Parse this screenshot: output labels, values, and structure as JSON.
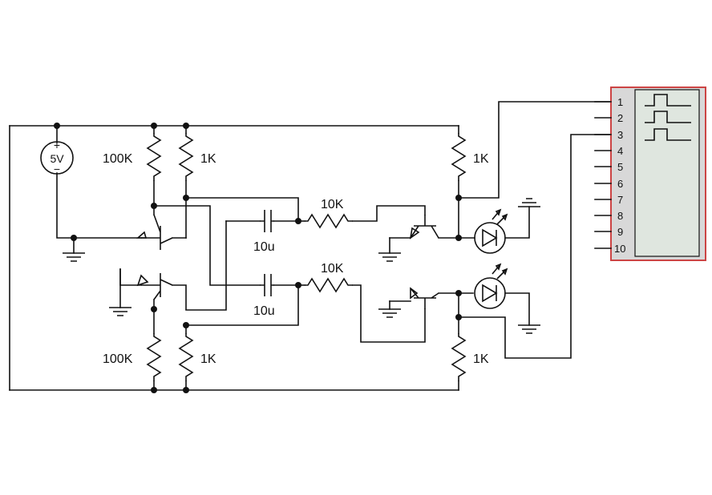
{
  "colors": {
    "wire": "#111111",
    "led_on": "#22dd22",
    "led_off": "#ffffff",
    "analyzer_border": "#cc4444",
    "analyzer_frame": "#d8d8d8",
    "analyzer_screen": "#dfe6df"
  },
  "source": {
    "label": "5V",
    "plus": "+",
    "minus": "−"
  },
  "resistors": {
    "r_top_100k": "100K",
    "r_top_1k": "1K",
    "r_bot_100k": "100K",
    "r_bot_1k": "1K",
    "r_top_10k": "10K",
    "r_bot_10k": "10K",
    "r_right_top_1k": "1K",
    "r_right_bot_1k": "1K"
  },
  "capacitors": {
    "c_top": "10u",
    "c_bot": "10u"
  },
  "leds": [
    {
      "state": "off"
    },
    {
      "state": "on"
    }
  ],
  "logic_analyzer": {
    "pins": [
      "1",
      "2",
      "3",
      "4",
      "5",
      "6",
      "7",
      "8",
      "9",
      "10"
    ]
  }
}
